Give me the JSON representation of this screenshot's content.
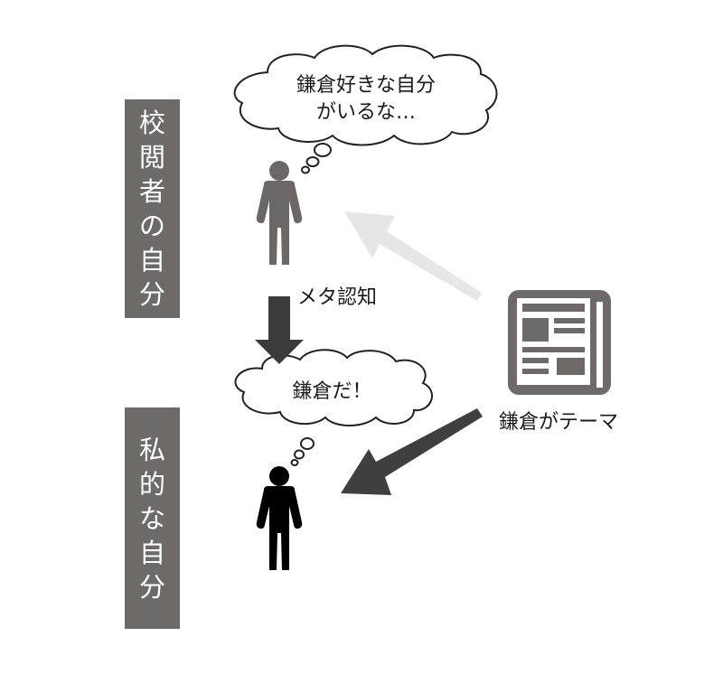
{
  "labels": {
    "upper": "校閲者の自分",
    "lower": "私的な自分"
  },
  "bubbles": {
    "upper_line1": "鎌倉好きな自分",
    "upper_line2": "がいるな…",
    "lower": "鎌倉だ！"
  },
  "annotations": {
    "meta": "メタ認知",
    "theme": "鎌倉がテーマ"
  },
  "icons": {
    "upper_person": "person-icon",
    "lower_person": "person-icon",
    "newspaper": "newspaper-icon"
  },
  "colors": {
    "label_bg": "#6f6a6a",
    "upper_person": "#6b6767",
    "lower_person": "#000000",
    "meta_arrow": "#3b3b3b",
    "light_arrow": "#e6e6e6",
    "dark_arrow": "#3f3f3f",
    "newspaper": "#6f6a6a"
  }
}
